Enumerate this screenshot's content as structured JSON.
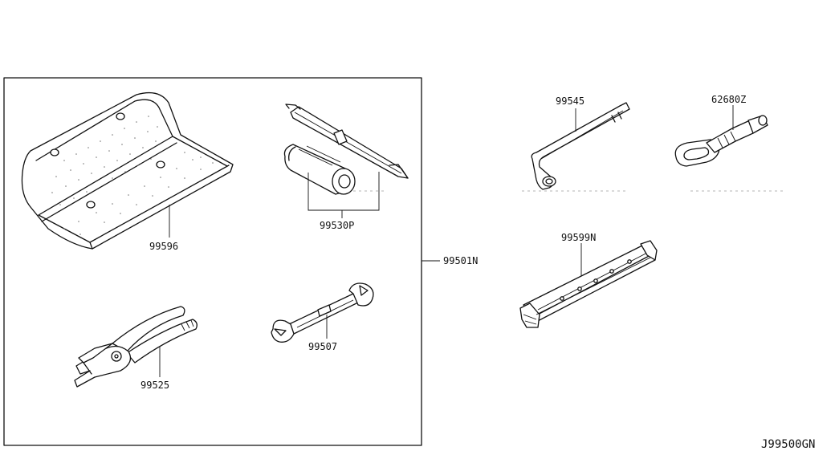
{
  "labels": {
    "tool_bag": "99596",
    "screwdriver_set": "99530P",
    "tool_set": "99501N",
    "pliers": "99525",
    "spanner": "99507",
    "wheel_wrench": "99545",
    "tow_hook": "62680Z",
    "jack": "99599N",
    "diagram_code": "J99500GN"
  }
}
